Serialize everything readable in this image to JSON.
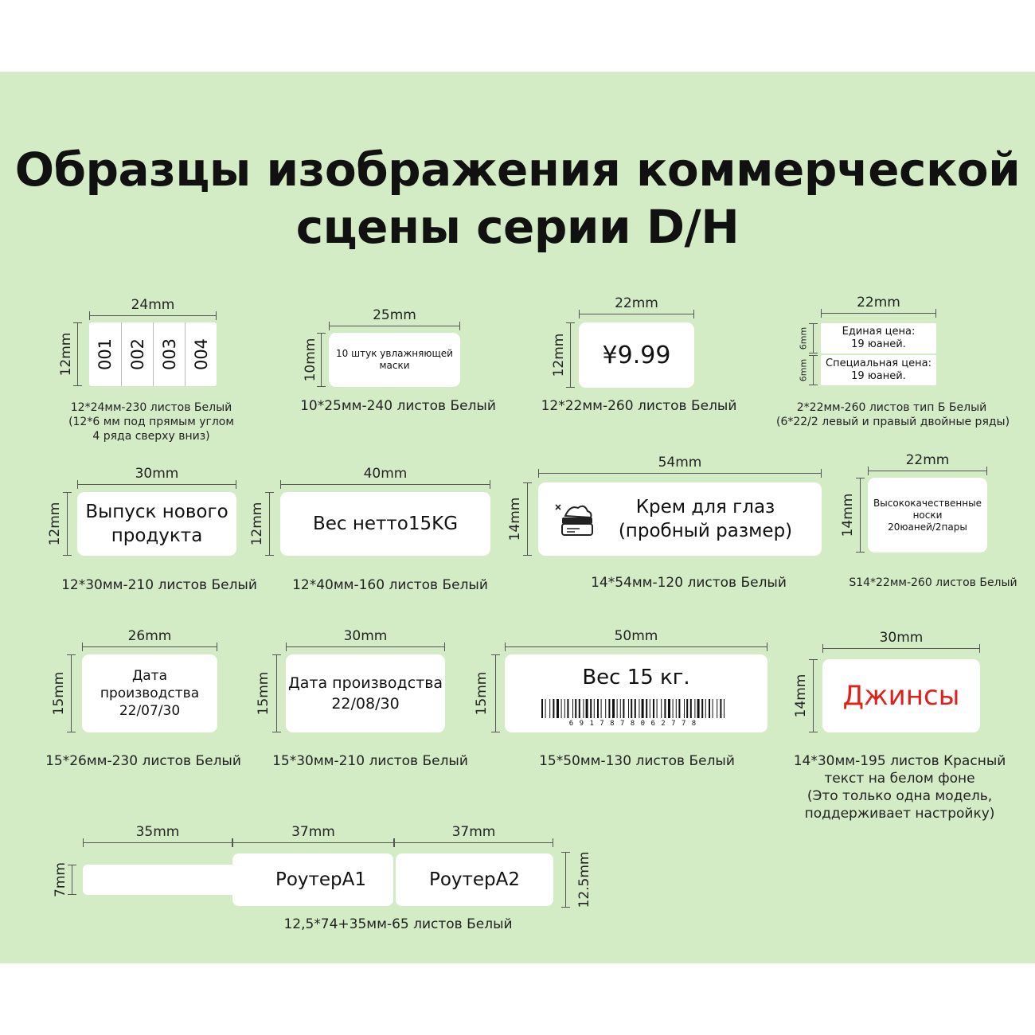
{
  "title": {
    "line1": "Образцы изображения коммерческой",
    "line2": "сцены серии D/H"
  },
  "labels": [
    {
      "w": "24mm",
      "h": "12mm",
      "cells": [
        "001",
        "002",
        "003",
        "004"
      ],
      "caption": [
        "12*24мм-230 листов Белый",
        "(12*6 мм под прямым углом",
        "4 ряда сверху вниз)"
      ]
    },
    {
      "w": "25mm",
      "h": "10mm",
      "text": [
        "10 штук увлажняющей",
        "маски"
      ],
      "caption": [
        "10*25мм-240 листов Белый"
      ]
    },
    {
      "w": "22mm",
      "h": "12mm",
      "text": [
        "¥9.99"
      ],
      "caption": [
        "12*22мм-260 листов Белый"
      ]
    },
    {
      "w": "22mm",
      "h_top": "6mm",
      "h_bottom": "6mm",
      "text_top": [
        "Единая цена:",
        "19 юаней."
      ],
      "text_bottom": [
        "Специальная цена:",
        "19 юаней."
      ],
      "caption": [
        "2*22мм-260 листов тип Б Белый",
        "(6*22/2 левый и правый двойные ряды)"
      ]
    },
    {
      "w": "30mm",
      "h": "12mm",
      "text": [
        "Выпуск нового",
        "продукта"
      ],
      "caption": [
        "12*30мм-210 листов Белый"
      ]
    },
    {
      "w": "40mm",
      "h": "12mm",
      "text": [
        "Вес нетто15KG"
      ],
      "caption": [
        "12*40мм-160 листов Белый"
      ]
    },
    {
      "w": "54mm",
      "h": "14mm",
      "text": [
        "Крем для глаз",
        "(пробный размер)"
      ],
      "icon": "cream-jar-icon",
      "caption": [
        "14*54мм-120 листов Белый"
      ]
    },
    {
      "w": "22mm",
      "h": "14mm",
      "text": [
        "Высококачественные",
        "носки",
        "20юаней/2пары"
      ],
      "caption": [
        "S14*22мм-260 листов Белый"
      ]
    },
    {
      "w": "26mm",
      "h": "15mm",
      "text": [
        "Дата производства",
        "22/07/30"
      ],
      "caption": [
        "15*26мм-230 листов Белый"
      ]
    },
    {
      "w": "30mm",
      "h": "15mm",
      "text": [
        "Дата производства",
        "22/08/30"
      ],
      "caption": [
        "15*30мм-210 листов Белый"
      ]
    },
    {
      "w": "50mm",
      "h": "15mm",
      "text": [
        "Вес 15 кг."
      ],
      "barcode_digits": "6 9 1 7 8 7 8 0 6 2 7 7 8",
      "caption": [
        "15*50мм-130 листов Белый"
      ]
    },
    {
      "w": "30mm",
      "h": "14mm",
      "text": [
        "Джинсы"
      ],
      "text_color": "#e0201b",
      "caption": [
        "14*30мм-195 листов Красный",
        "текст на белом фоне",
        "(Это только одна модель,",
        "поддерживает настройку)"
      ]
    },
    {
      "w_tail": "35mm",
      "w_a": "37mm",
      "w_b": "37mm",
      "h_tail": "7mm",
      "h": "12.5mm",
      "text_a": [
        "РоутерA1"
      ],
      "text_b": [
        "РоутерA2"
      ],
      "caption": [
        "12,5*74+35мм-65 листов Белый"
      ]
    }
  ],
  "colors": {
    "background": "#d4ecc6",
    "label": "#ffffff",
    "accent_red": "#e0201b"
  }
}
